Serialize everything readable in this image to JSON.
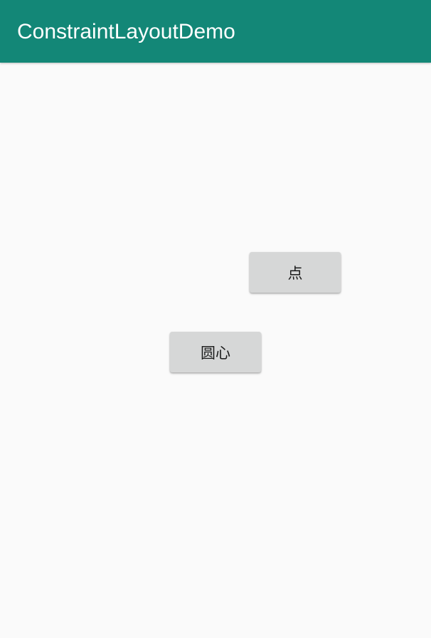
{
  "app_bar": {
    "title": "ConstraintLayoutDemo",
    "color": "#138777"
  },
  "buttons": {
    "point_label": "点",
    "center_label": "圆心"
  }
}
